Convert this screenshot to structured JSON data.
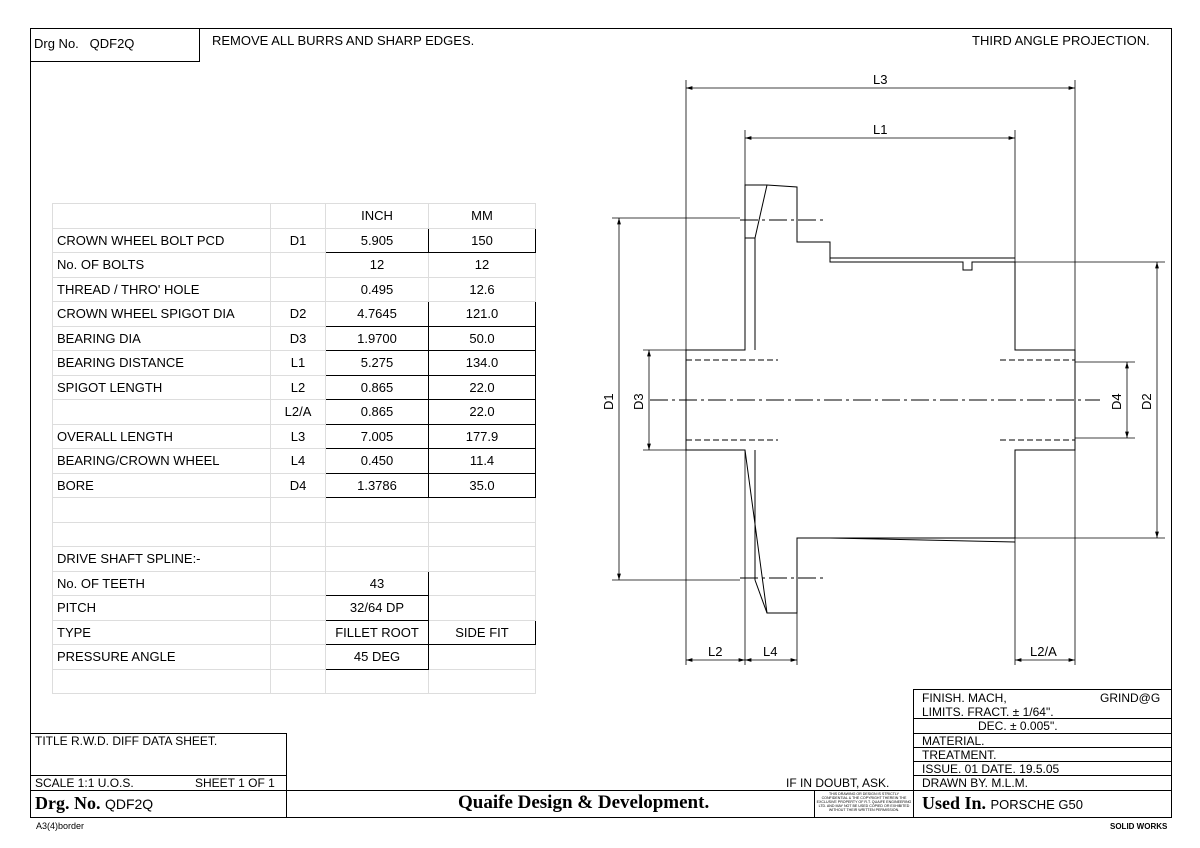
{
  "header": {
    "drg_no_label": "Drg No.",
    "drg_no_value": "QDF2Q",
    "note": "REMOVE ALL BURRS AND SHARP EDGES.",
    "projection": "THIRD ANGLE PROJECTION."
  },
  "table": {
    "col_inch": "INCH",
    "col_mm": "MM",
    "rows": [
      {
        "desc": "CROWN WHEEL BOLT PCD",
        "code": "D1",
        "inch": "5.905",
        "mm": "150"
      },
      {
        "desc": "No. OF BOLTS",
        "code": "",
        "inch": "12",
        "mm": "12"
      },
      {
        "desc": "THREAD / THRO' HOLE",
        "code": "",
        "inch": "0.495",
        "mm": "12.6"
      },
      {
        "desc": "CROWN WHEEL SPIGOT DIA",
        "code": "D2",
        "inch": "4.7645",
        "mm": "121.0"
      },
      {
        "desc": "BEARING DIA",
        "code": "D3",
        "inch": "1.9700",
        "mm": "50.0"
      },
      {
        "desc": "BEARING DISTANCE",
        "code": "L1",
        "inch": "5.275",
        "mm": "134.0"
      },
      {
        "desc": "SPIGOT LENGTH",
        "code": "L2",
        "inch": "0.865",
        "mm": "22.0"
      },
      {
        "desc": "",
        "code": "L2/A",
        "inch": "0.865",
        "mm": "22.0"
      },
      {
        "desc": "OVERALL LENGTH",
        "code": "L3",
        "inch": "7.005",
        "mm": "177.9"
      },
      {
        "desc": "BEARING/CROWN WHEEL",
        "code": "L4",
        "inch": "0.450",
        "mm": "11.4"
      },
      {
        "desc": "BORE",
        "code": "D4",
        "inch": "1.3786",
        "mm": "35.0"
      }
    ],
    "spline_heading": "DRIVE SHAFT SPLINE:-",
    "spline": [
      {
        "desc": "No. OF TEETH",
        "inch": "43",
        "mm": ""
      },
      {
        "desc": "PITCH",
        "inch": "32/64 DP",
        "mm": ""
      },
      {
        "desc": "TYPE",
        "inch": "FILLET ROOT",
        "mm": "SIDE FIT"
      },
      {
        "desc": "PRESSURE ANGLE",
        "inch": "45 DEG",
        "mm": ""
      }
    ]
  },
  "drawing": {
    "L3": "L3",
    "L1": "L1",
    "L2": "L2",
    "L4": "L4",
    "L2A": "L2/A",
    "D1": "D1",
    "D3": "D3",
    "D4": "D4",
    "D2": "D2"
  },
  "titleblock": {
    "finish": "FINISH. MACH,",
    "grind": "GRIND@G",
    "limits": "LIMITS. FRACT. ± 1/64\".",
    "dec": "DEC. ± 0.005\".",
    "material": "MATERIAL.",
    "treatment": "TREATMENT.",
    "issue": "ISSUE. 01   DATE. 19.5.05",
    "drawn": "DRAWN BY. M.L.M.",
    "used_label": "Used In.",
    "used_value": "PORSCHE G50",
    "title": "TITLE  R.W.D. DIFF DATA SHEET.",
    "scale": "SCALE 1:1 U.O.S.",
    "sheet": "SHEET 1 OF 1",
    "drg_label": "Drg. No.",
    "drg_value": "QDF2Q",
    "company": "Quaife Design & Development.",
    "doubt": "IF IN DOUBT, ASK.",
    "copyright": "THIS DRAWING OR DESIGN IS STRICTLY CONFIDENTIAL & THE COPYRIGHT THEREIN THE EXCLUSIVE PROPERTY OF R.T. QUAIFE ENGINEERING LTD. AND MAY NOT BE USED COPIED OR EXHIBITED WITHOUT THEIR WRITTEN PERMISSION.",
    "border": "A3(4)border",
    "software": "SOLID WORKS"
  }
}
